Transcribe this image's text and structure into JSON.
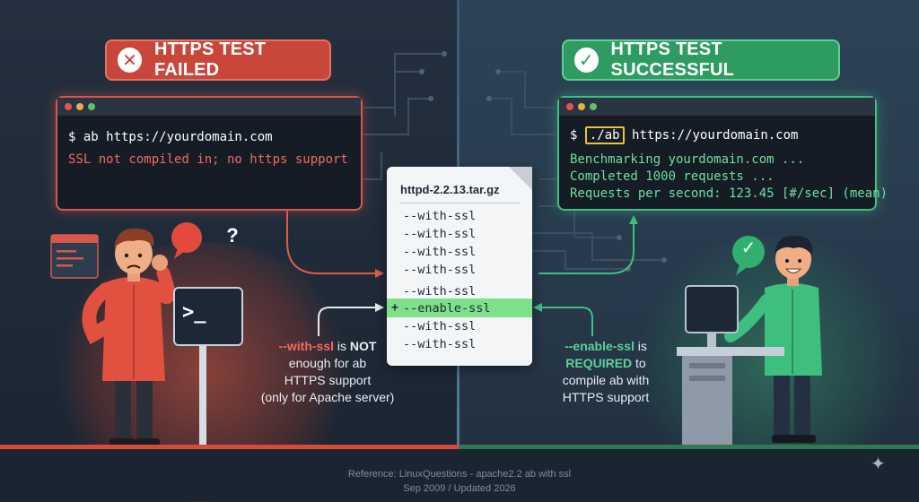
{
  "left": {
    "badge": {
      "icon": "x-icon",
      "glyph": "✕",
      "text": "HTTPS TEST FAILED"
    },
    "terminal": {
      "command_prompt": "$ ab https://yourdomain.com",
      "error": "SSL not compiled in; no https support"
    },
    "caption": {
      "line1_red": "--with-ssl",
      "line1_rest": " is ",
      "line1_bold": "NOT",
      "line2": "enough for ab",
      "line3": "HTTPS support",
      "line4": "(only for Apache server)"
    },
    "computer_screen": ">_",
    "question_mark": "?"
  },
  "right": {
    "badge": {
      "icon": "check-icon",
      "glyph": "✓",
      "text": "HTTPS TEST SUCCESSFUL"
    },
    "terminal": {
      "prompt": "$",
      "highlighted": "./ab",
      "url": "https://yourdomain.com",
      "output": [
        "Benchmarking yourdomain.com ...",
        "Completed 1000 requests ...",
        "Requests per second: 123.45 [#/sec] (mean)"
      ]
    },
    "caption": {
      "line1_green": "--enable-ssl",
      "line1_rest": " is",
      "line2_green": "REQUIRED",
      "line2_rest": " to",
      "line3": "compile ab with",
      "line4": "HTTPS support"
    },
    "check_bubble": "✓"
  },
  "document": {
    "title": "httpd-2.2.13.tar.gz",
    "options": [
      "--with-ssl",
      "--with-ssl",
      "--with-ssl",
      "--with-ssl",
      "--with-ssl",
      "--enable-ssl",
      "--with-ssl",
      "--with-ssl"
    ],
    "highlight_index": 5,
    "highlight_prefix": "+"
  },
  "footer": {
    "reference": "Reference: LinuxQuestions - apache2.2 ab with ssl",
    "date": "Sep 2009 / Updated 2026"
  },
  "colors": {
    "fail": "#c8463a",
    "success": "#2d9b62",
    "highlight": "#7ee08a"
  }
}
